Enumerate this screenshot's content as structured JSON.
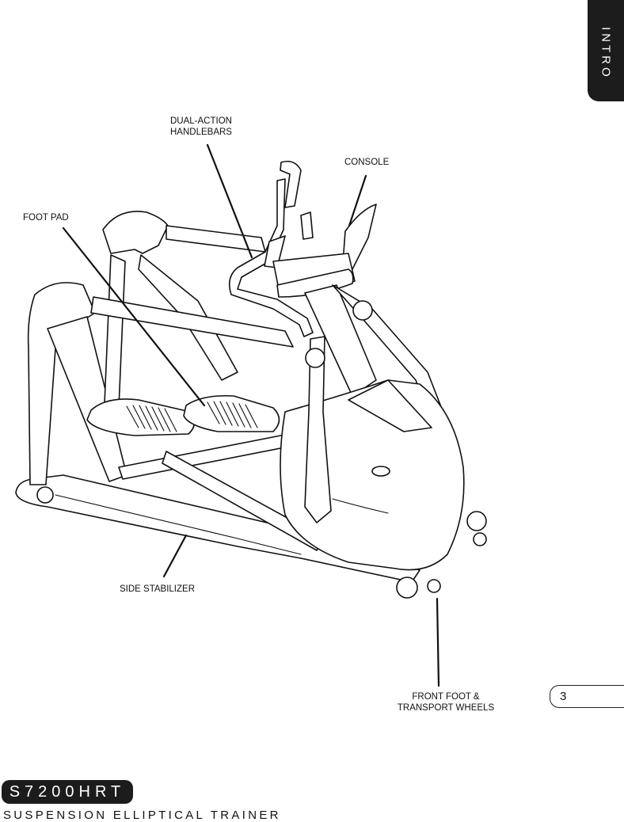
{
  "section_tab": "INTRO",
  "callouts": {
    "handlebars": "DUAL-ACTION\nHANDLEBARS",
    "console": "CONSOLE",
    "foot_pad": "FOOT PAD",
    "side_stabilizer": "SIDE STABILIZER",
    "front_foot": "FRONT FOOT &\nTRANSPORT WHEELS"
  },
  "page_number": "3",
  "model": "S7200HRT",
  "product_name": "SUSPENSION ELLIPTICAL TRAINER"
}
